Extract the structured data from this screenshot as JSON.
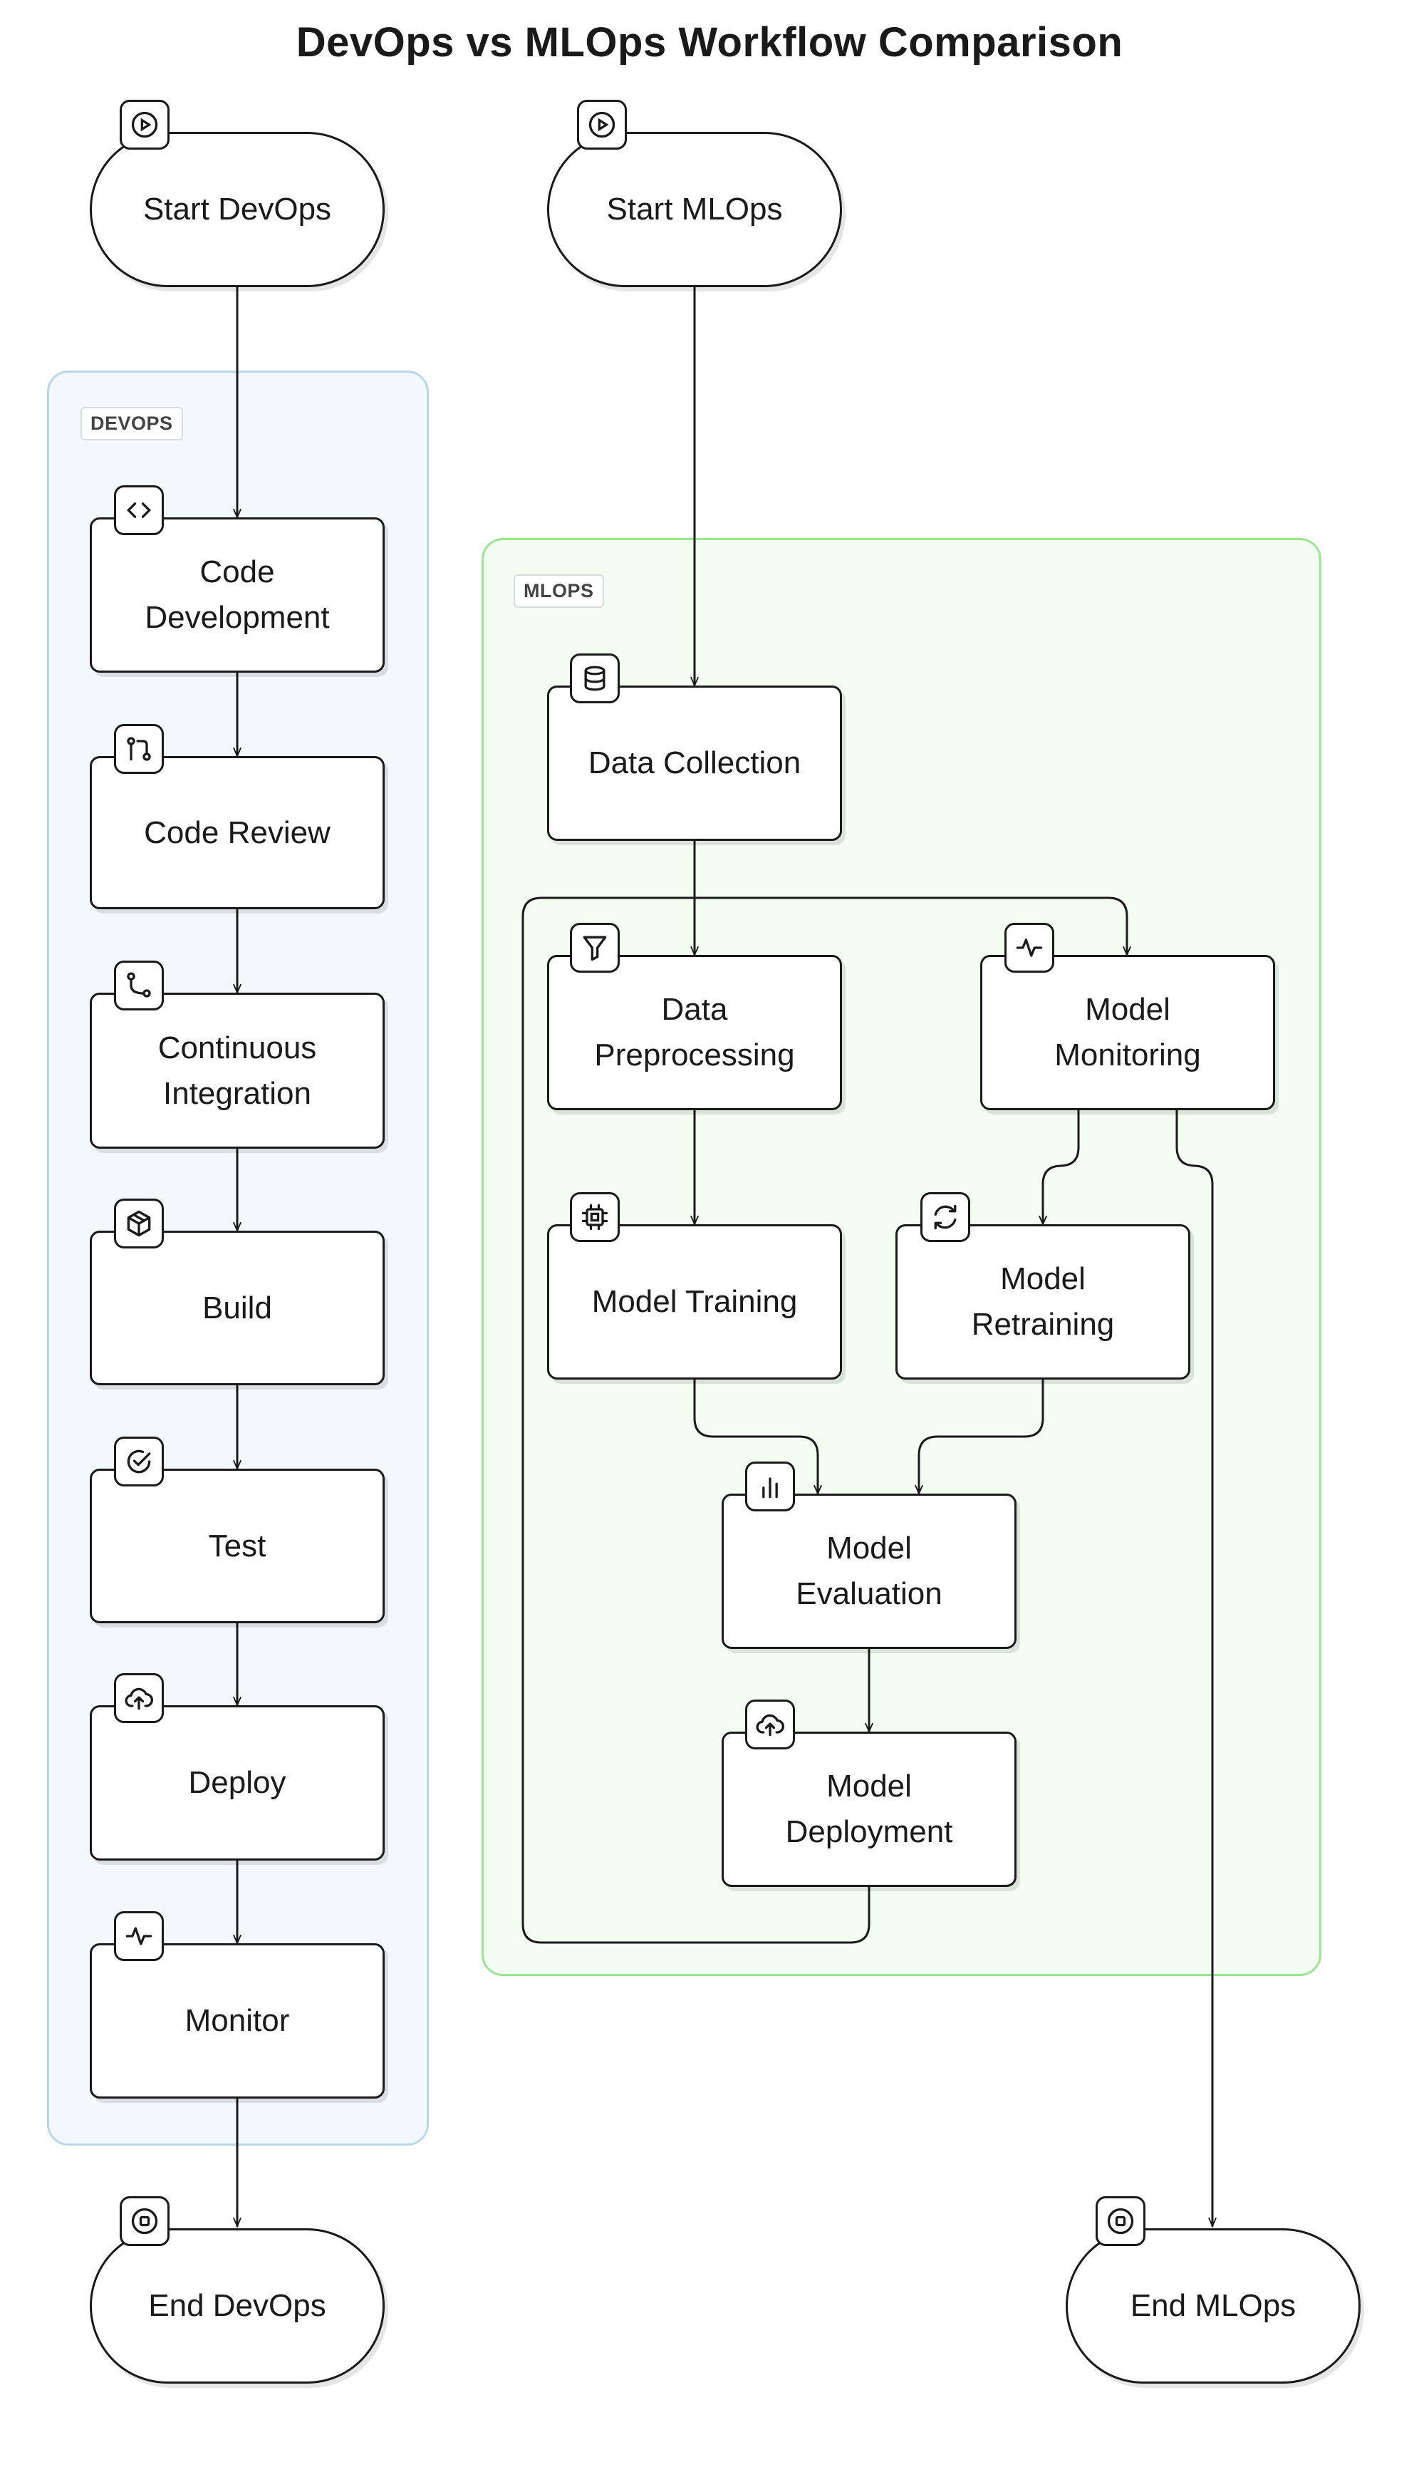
{
  "title": "DevOps vs MLOps Workflow Comparison",
  "groups": {
    "devops": {
      "label": "DEVOPS",
      "color": "#b8d8ea"
    },
    "mlops": {
      "label": "MLOPS",
      "color": "#9be595"
    }
  },
  "nodes": {
    "start_devops": {
      "label": "Start DevOps",
      "icon": "play-icon"
    },
    "start_mlops": {
      "label": "Start MLOps",
      "icon": "play-icon"
    },
    "code_dev": {
      "label": "Code\nDevelopment",
      "icon": "code-icon"
    },
    "code_review": {
      "label": "Code Review",
      "icon": "git-pull-request-icon"
    },
    "ci": {
      "label": "Continuous\nIntegration",
      "icon": "git-merge-icon"
    },
    "build": {
      "label": "Build",
      "icon": "package-icon"
    },
    "test": {
      "label": "Test",
      "icon": "check-circle-icon"
    },
    "deploy": {
      "label": "Deploy",
      "icon": "cloud-upload-icon"
    },
    "monitor": {
      "label": "Monitor",
      "icon": "activity-icon"
    },
    "end_devops": {
      "label": "End DevOps",
      "icon": "stop-icon"
    },
    "data_collection": {
      "label": "Data Collection",
      "icon": "database-icon"
    },
    "data_preprocessing": {
      "label": "Data\nPreprocessing",
      "icon": "filter-icon"
    },
    "model_monitoring": {
      "label": "Model\nMonitoring",
      "icon": "activity-icon"
    },
    "model_training": {
      "label": "Model Training",
      "icon": "cpu-icon"
    },
    "model_retraining": {
      "label": "Model\nRetraining",
      "icon": "refresh-icon"
    },
    "model_evaluation": {
      "label": "Model\nEvaluation",
      "icon": "bar-chart-icon"
    },
    "model_deployment": {
      "label": "Model\nDeployment",
      "icon": "cloud-upload-icon"
    },
    "end_mlops": {
      "label": "End MLOps",
      "icon": "stop-icon"
    }
  },
  "edges": [
    [
      "start_devops",
      "code_dev"
    ],
    [
      "code_dev",
      "code_review"
    ],
    [
      "code_review",
      "ci"
    ],
    [
      "ci",
      "build"
    ],
    [
      "build",
      "test"
    ],
    [
      "test",
      "deploy"
    ],
    [
      "deploy",
      "monitor"
    ],
    [
      "monitor",
      "end_devops"
    ],
    [
      "start_mlops",
      "data_collection"
    ],
    [
      "data_collection",
      "data_preprocessing"
    ],
    [
      "data_preprocessing",
      "model_training"
    ],
    [
      "model_training",
      "model_evaluation"
    ],
    [
      "model_evaluation",
      "model_deployment"
    ],
    [
      "model_deployment",
      "model_monitoring"
    ],
    [
      "model_monitoring",
      "model_retraining"
    ],
    [
      "model_retraining",
      "model_evaluation"
    ],
    [
      "model_monitoring",
      "end_mlops"
    ]
  ]
}
